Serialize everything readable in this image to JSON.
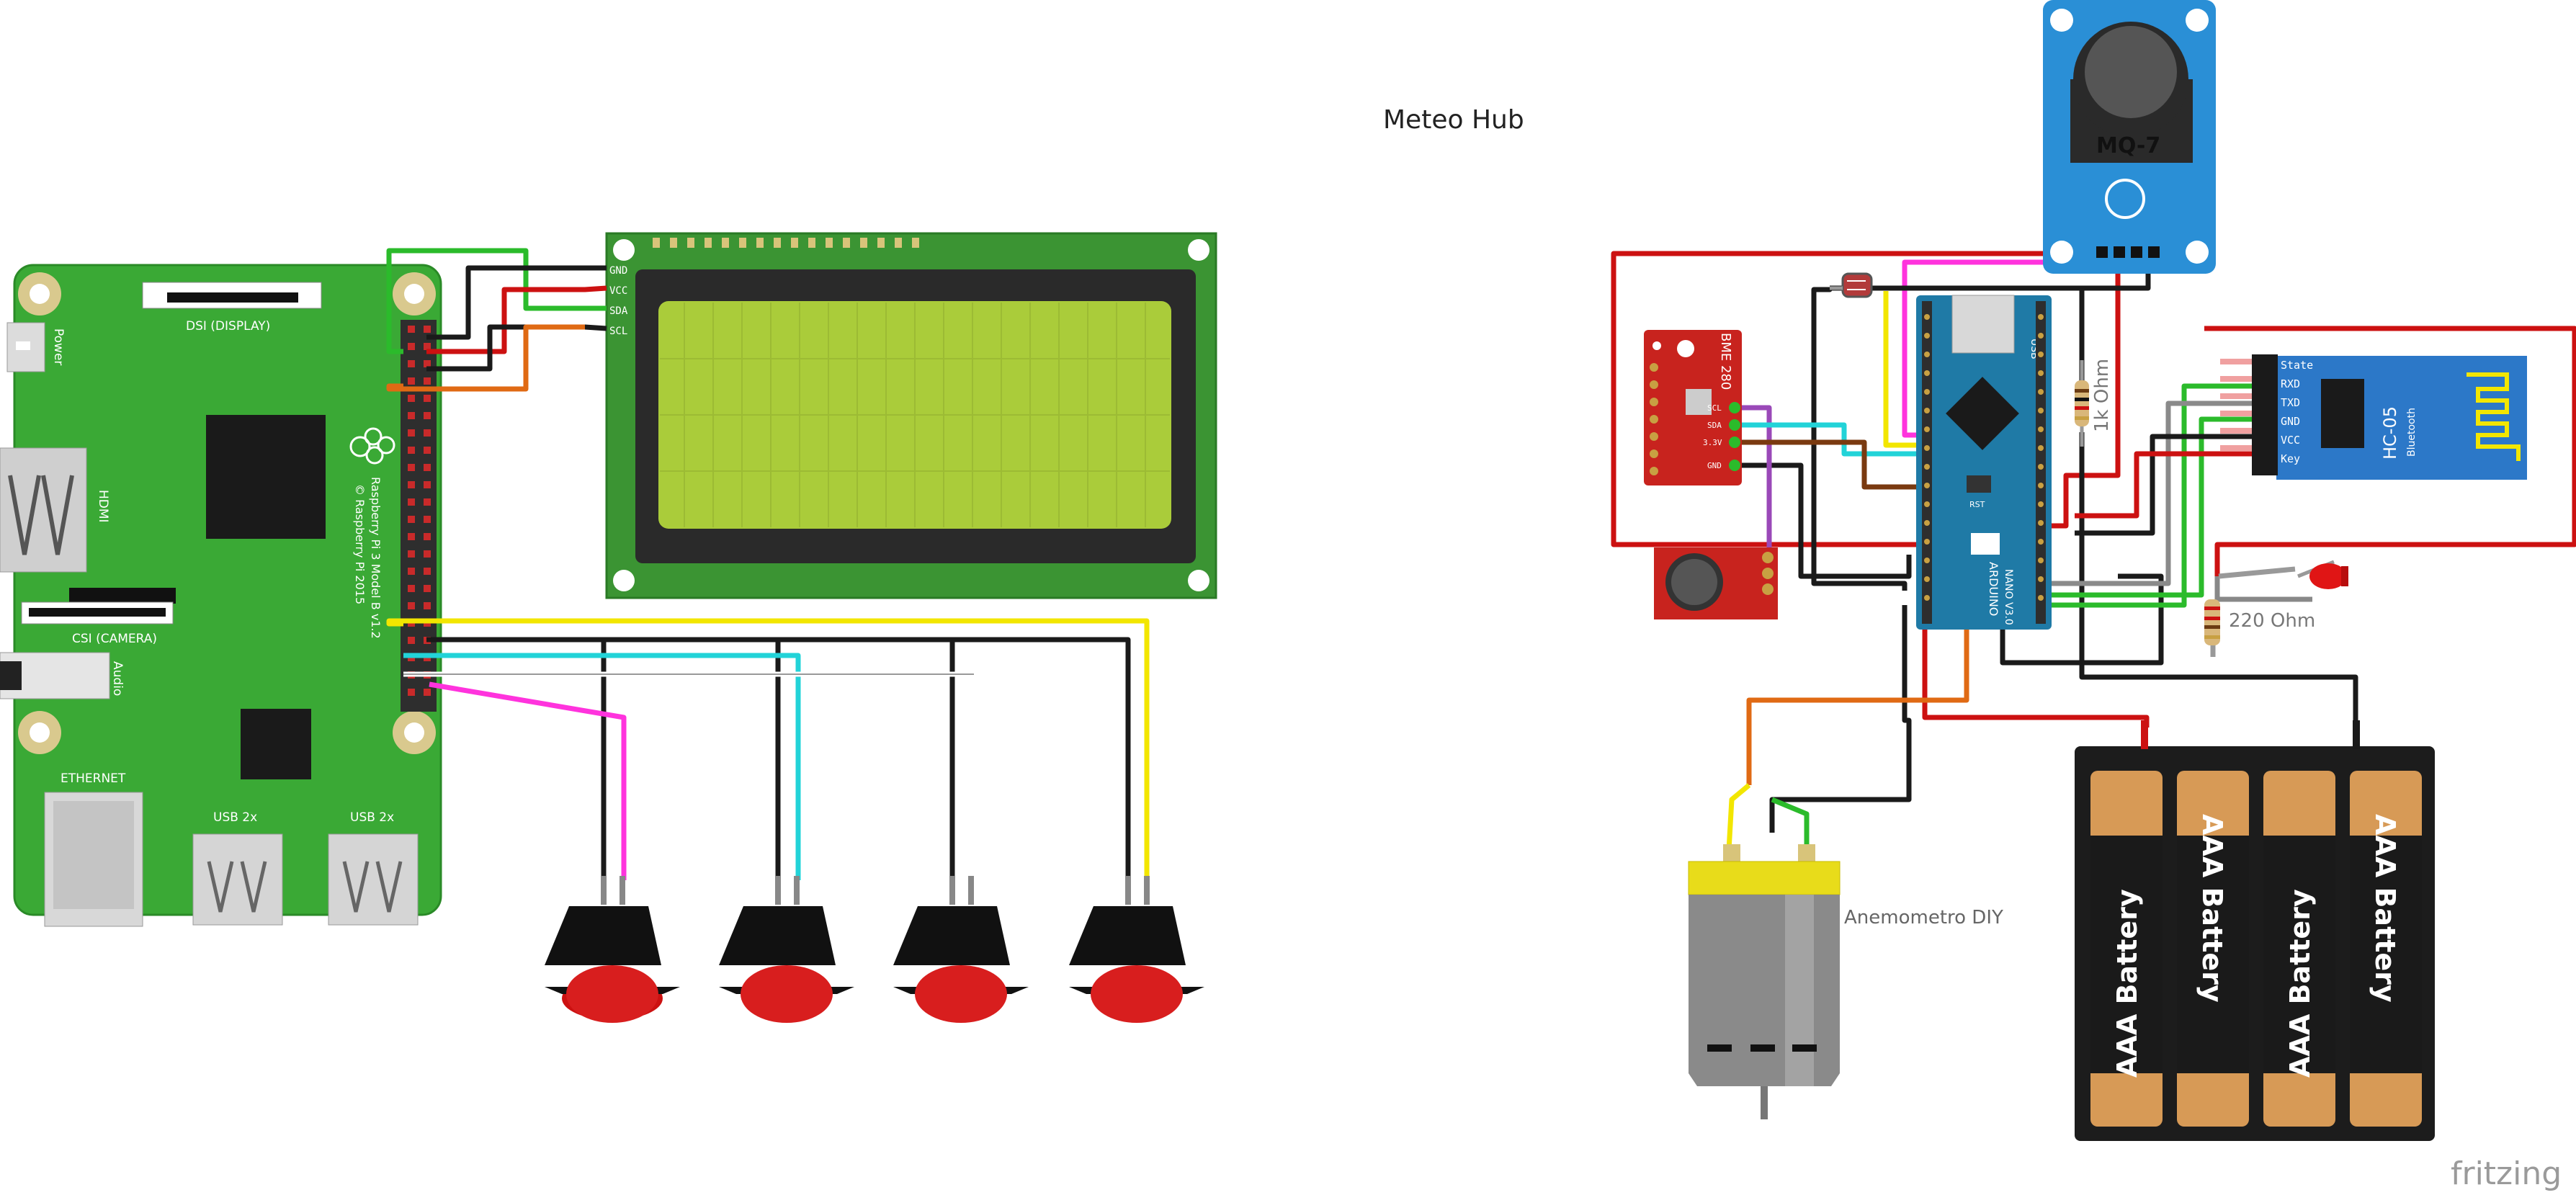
{
  "title": "Meteo Hub",
  "watermark": "fritzing",
  "raspberry": {
    "power": "Power",
    "dsi": "DSI (DISPLAY)",
    "hdmi": "HDMI",
    "csi": "CSI (CAMERA)",
    "audio": "Audio",
    "ethernet": "ETHERNET",
    "usb1": "USB 2x",
    "usb2": "USB 2x",
    "model": "Raspberry Pi 3 Model B v1.2",
    "copyright": "© Raspberry Pi 2015"
  },
  "lcd_pins": [
    "GND",
    "VCC",
    "SDA",
    "SCL"
  ],
  "mq7": {
    "label": "MQ-7"
  },
  "bme": {
    "label": "BME 280",
    "pins": [
      "SCL",
      "SDA",
      "3.3V",
      "GND"
    ]
  },
  "arduino": {
    "usb": "USB",
    "name": "ARDUINO",
    "model": "NANO V3.0",
    "reset": "RST"
  },
  "hc05": {
    "name": "HC-05",
    "sub": "Bluetooth",
    "pins": [
      "State",
      "RXD",
      "TXD",
      "GND",
      "VCC",
      "Key"
    ]
  },
  "resistor_1": "1k Ohm",
  "resistor_2": "220 Ohm",
  "motor_label": "Anemometro DIY",
  "battery_label": "AAA Battery",
  "colors": {
    "pcb_green": "#3aa935",
    "lcd_green": "#aacc3a",
    "mq7_blue": "#2a8fd6",
    "nano_blue": "#1f7aa6",
    "bme_red": "#c8231e",
    "hc05_blue": "#2c78c8",
    "wire_red": "#cc1111",
    "wire_black": "#1a1a1a",
    "wire_yellow": "#f2e600",
    "wire_cyan": "#22d3d8",
    "wire_magenta": "#ff33dd",
    "wire_green": "#2bbb2b",
    "wire_orange": "#e06a14",
    "wire_brown": "#7a3a10",
    "wire_purple": "#9a49b8",
    "wire_gray": "#8a8a8a"
  }
}
